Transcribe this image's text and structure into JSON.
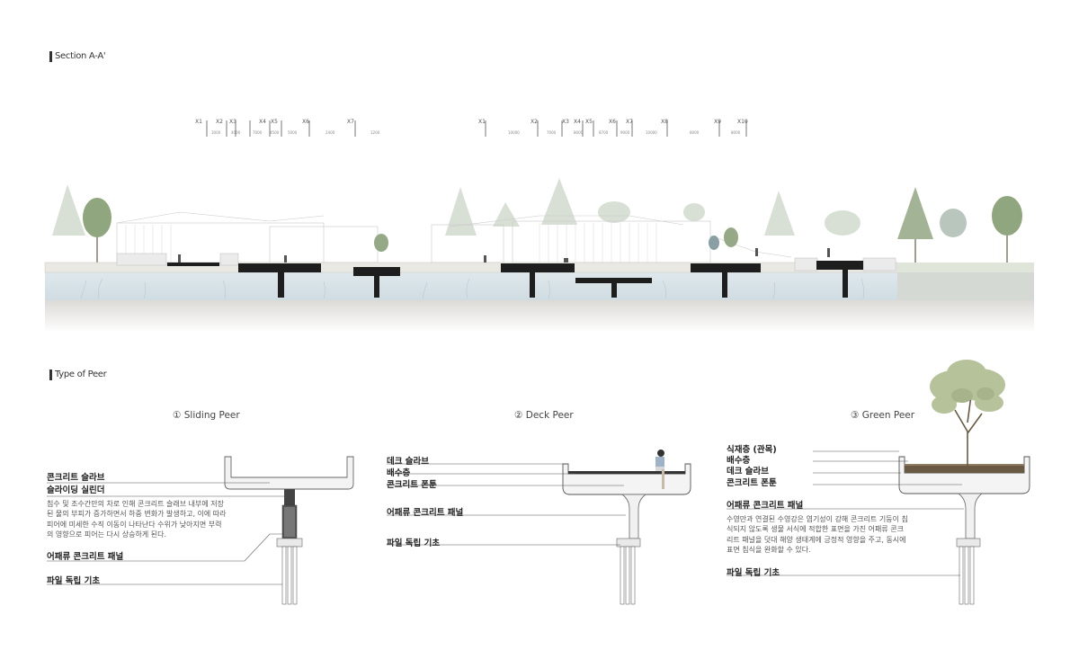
{
  "section": {
    "heading": "Section A-A'",
    "axes_left": [
      "X1",
      "X2",
      "X3",
      "X4",
      "X5",
      "X6",
      "X7"
    ],
    "axes_right": [
      "X1",
      "X2",
      "X3",
      "X4",
      "X5",
      "X6",
      "X7",
      "X8",
      "X9",
      "X10"
    ],
    "dims_left": [
      "3000",
      "4000",
      "7000",
      "4500",
      "5000",
      "2400",
      "1200"
    ],
    "dims_right": [
      "10000",
      "7000",
      "8000",
      "8700",
      "9000",
      "10000",
      "8000",
      "8000"
    ]
  },
  "types": {
    "heading": "Type of Peer",
    "sliding": {
      "title": "① Sliding Peer",
      "label1": "콘크리트 슬라브",
      "label2": "슬라이딩 실린더",
      "desc": "침수 및 조수간만의 차로 인해 콘크리트 슬래브 내부에 저장된 물의 부피가 증가하면서 하중 변화가 발생하고, 이에 따라 피어에 미세한 수직 이동이 나타난다 수위가 낮아지면 부력의 영향으로 피어는 다시 상승하게 된다.",
      "label3": "어패류 콘크리트 패널",
      "label4": "파일 독립 기초"
    },
    "deck": {
      "title": "② Deck Peer",
      "label1": "데크 슬라브",
      "label2": "배수층",
      "label3": "콘크리트 폰툰",
      "label4": "어패류 콘크리트 패널",
      "label5": "파일 독립 기초"
    },
    "green": {
      "title": "③ Green Peer",
      "label1": "식재층 (관목)",
      "label2": "배수층",
      "label3": "데크 슬라브",
      "label4": "콘크리트 폰툰",
      "label5": "어패류 콘크리트 패널",
      "desc": "수영만과 연결된 수영강은 염기성이 강해 콘크리트 기둥이 침식되지 않도록 생물 서식에 적합한 표면을 가진 어패류 콘크리트 패널을 덧대 해양 생태계에 긍정적 영향을 주고, 동시에 표면 침식을 완화할 수 있다.",
      "label6": "파일 독립 기초"
    }
  },
  "colors": {
    "water": "#dfe8ec",
    "concrete": "#eae8e3",
    "deck": "#1e1e1e",
    "tree_green": "#8fa67e",
    "tree_faded": "#c7d3c3",
    "soil": "#6b5a43"
  }
}
